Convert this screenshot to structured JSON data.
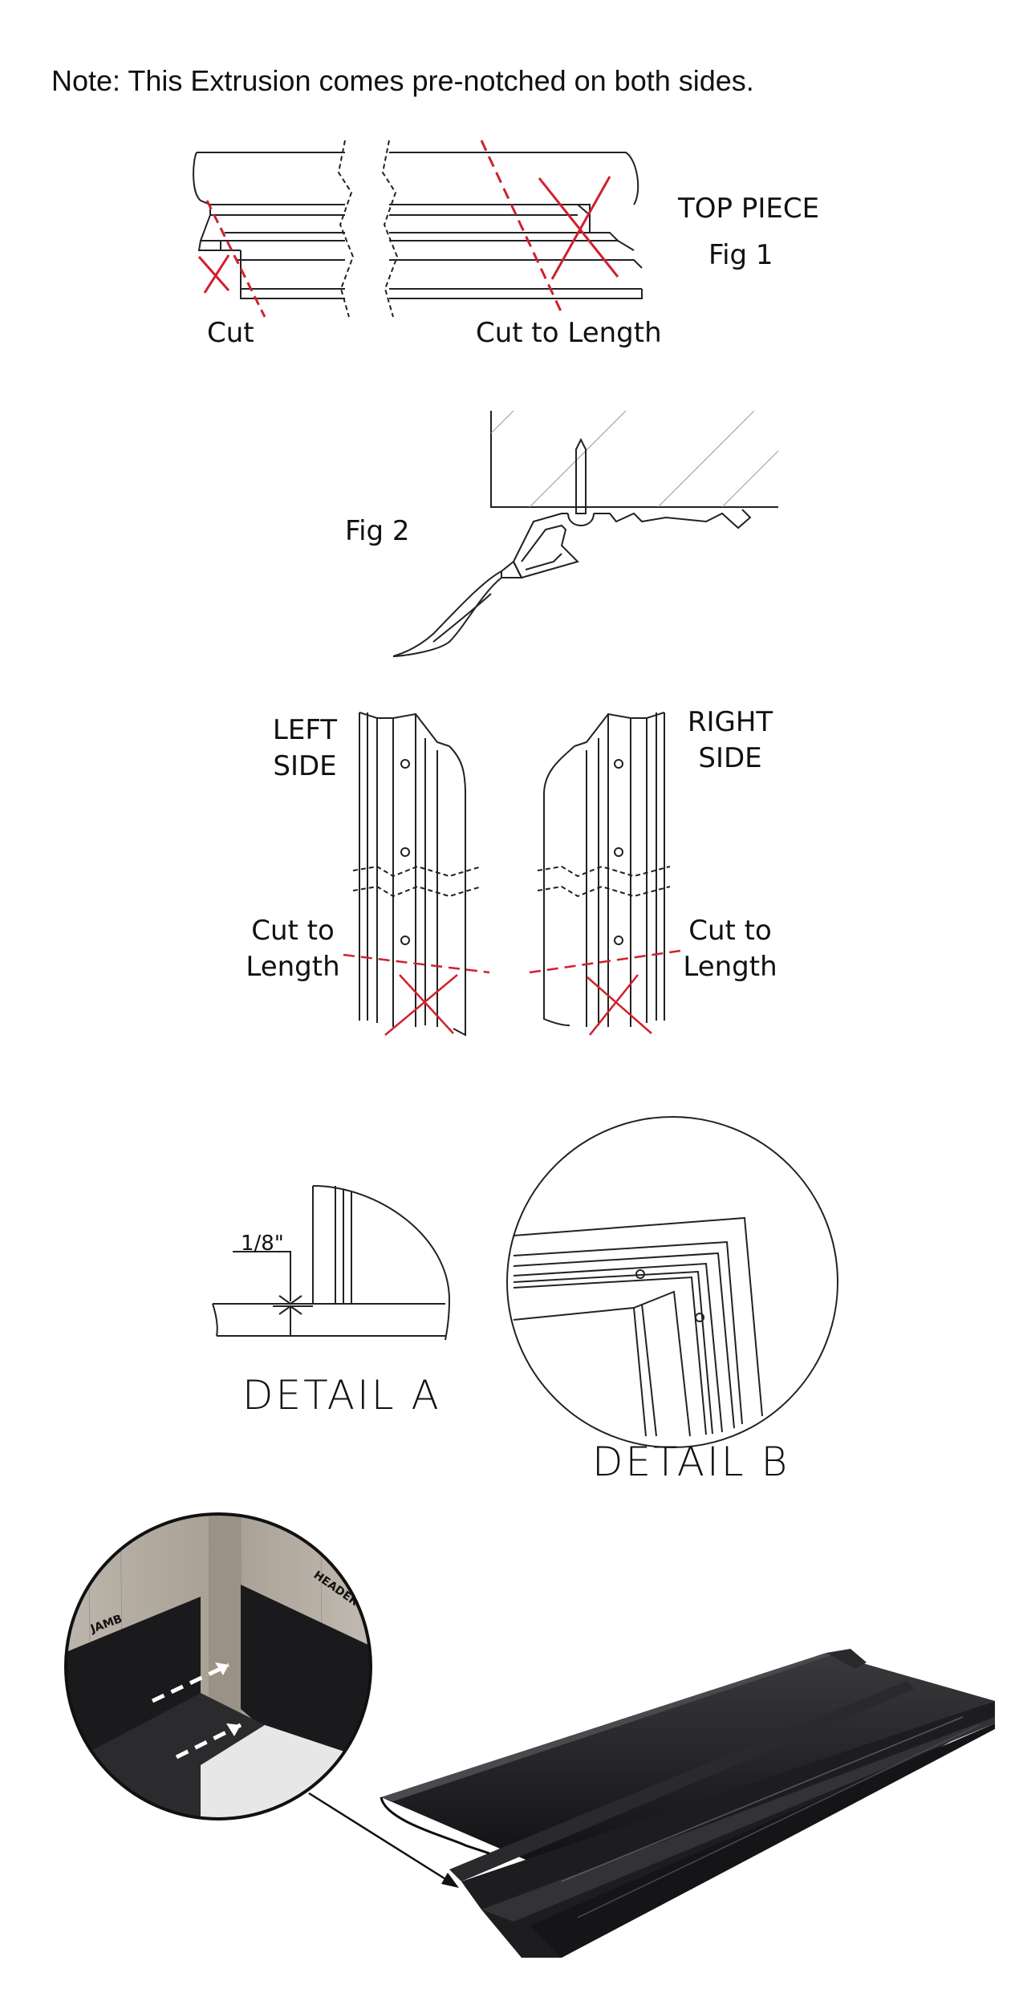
{
  "note": "Note: This Extrusion comes pre-notched on both sides.",
  "fig1": {
    "title": "TOP PIECE",
    "caption": "Fig 1",
    "cut_label": "Cut",
    "cut_to_length_label": "Cut to Length"
  },
  "fig2": {
    "caption": "Fig 2"
  },
  "sides": {
    "left_line1": "LEFT",
    "left_line2": "SIDE",
    "right_line1": "RIGHT",
    "right_line2": "SIDE",
    "left_cut_line1": "Cut to",
    "left_cut_line2": "Length",
    "right_cut_line1": "Cut to",
    "right_cut_line2": "Length"
  },
  "detail_a": {
    "title": "DETAIL  A",
    "dimension": "1/8\""
  },
  "detail_b": {
    "title": "DETAIL  B"
  },
  "photo": {
    "jamb_label": "JAMB",
    "header_label": "HEADER"
  },
  "colors": {
    "cut_line": "#d0202e",
    "extrusion": "#1c1c1e",
    "line": "#222222"
  }
}
